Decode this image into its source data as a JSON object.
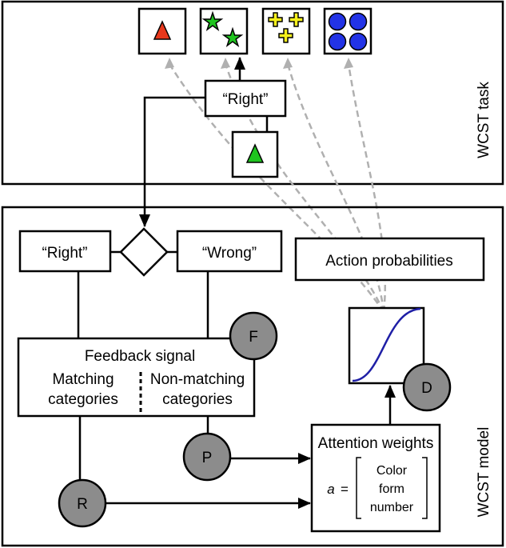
{
  "task": {
    "label": "WCST task",
    "right_label": "“Right”"
  },
  "model": {
    "label": "WCST model",
    "right_label": "“Right”",
    "wrong_label": "“Wrong”",
    "action_probabilities": "Action probabilities",
    "feedback_signal": "Feedback signal",
    "matching_line1": "Matching",
    "matching_line2": "categories",
    "nonmatching_line1": "Non-matching",
    "nonmatching_line2": "categories",
    "attention_title": "Attention weights",
    "a_symbol": "a",
    "equals": "=",
    "vector": [
      "Color",
      "form",
      "number"
    ],
    "params": {
      "F": "F",
      "P": "P",
      "R": "R",
      "D": "D"
    }
  },
  "colors": {
    "red": "#e8381c",
    "green": "#1fc41f",
    "yellow": "#f6f01c",
    "blue": "#2233e6",
    "curve": "#1f1fa6",
    "circle_fill": "#8c8c8c",
    "dash": "#b0b0b0"
  },
  "icons": [
    "red-triangle-card-icon",
    "green-stars-card-icon",
    "yellow-crosses-card-icon",
    "blue-circles-card-icon",
    "green-triangle-stimulus-icon",
    "sigmoid-curve-icon"
  ]
}
